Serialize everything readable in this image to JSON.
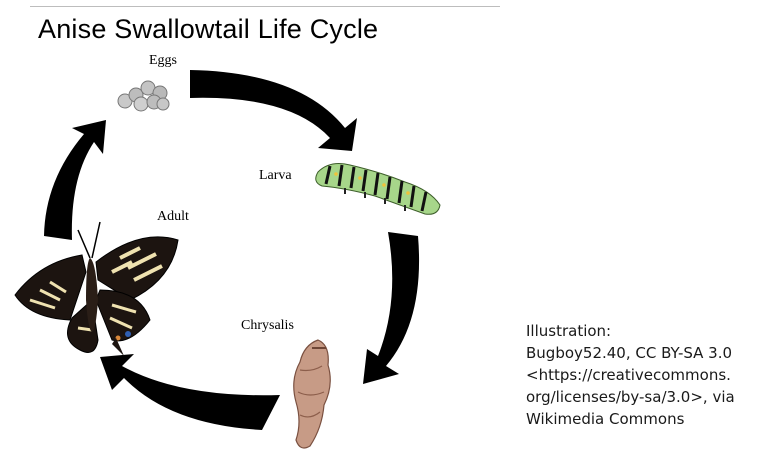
{
  "title": "Anise Swallowtail Life Cycle",
  "stages": {
    "eggs": "Eggs",
    "larva": "Larva",
    "chrysalis": "Chrysalis",
    "adult": "Adult"
  },
  "cycle_order": [
    "Eggs",
    "Larva",
    "Chrysalis",
    "Adult"
  ],
  "credit_lines": [
    "Illustration:",
    "Bugboy52.40, CC BY-SA 3.0",
    "<https://creativecommons.",
    "org/licenses/by-sa/3.0>, via",
    "Wikimedia Commons"
  ],
  "colors": {
    "arrow": "#000000",
    "egg": "#b9b9b9",
    "larva_body": "#a7d68a",
    "larva_stripe": "#111111",
    "chrysalis": "#c79b86",
    "wing_dark": "#1c1410",
    "wing_light": "#efe2b0"
  },
  "icons": [
    "eggs-icon",
    "caterpillar-icon",
    "chrysalis-icon",
    "butterfly-icon"
  ]
}
